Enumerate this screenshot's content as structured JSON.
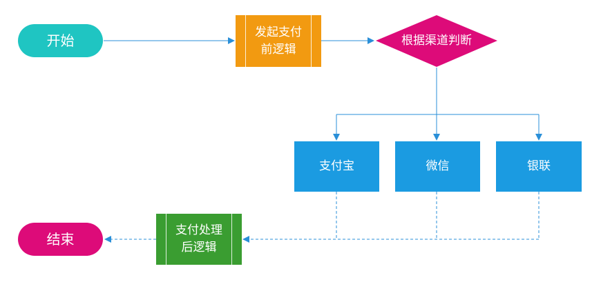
{
  "colors": {
    "start": "#1fc5c2",
    "end": "#dd0b79",
    "pre_process": "#f29a11",
    "decision": "#dd0b79",
    "channel": "#1b9be1",
    "post_process": "#3a9d31",
    "solid_line": "#2a8fd8",
    "dashed_line": "#2a8fd8"
  },
  "nodes": {
    "start": {
      "label": "开始"
    },
    "initiate": {
      "label": "发起支付\n前逻辑"
    },
    "decision": {
      "label": "根据渠道判断"
    },
    "alipay": {
      "label": "支付宝"
    },
    "wechat": {
      "label": "微信"
    },
    "unionpay": {
      "label": "银联"
    },
    "post": {
      "label": "支付处理\n后逻辑"
    },
    "end": {
      "label": "结束"
    }
  }
}
